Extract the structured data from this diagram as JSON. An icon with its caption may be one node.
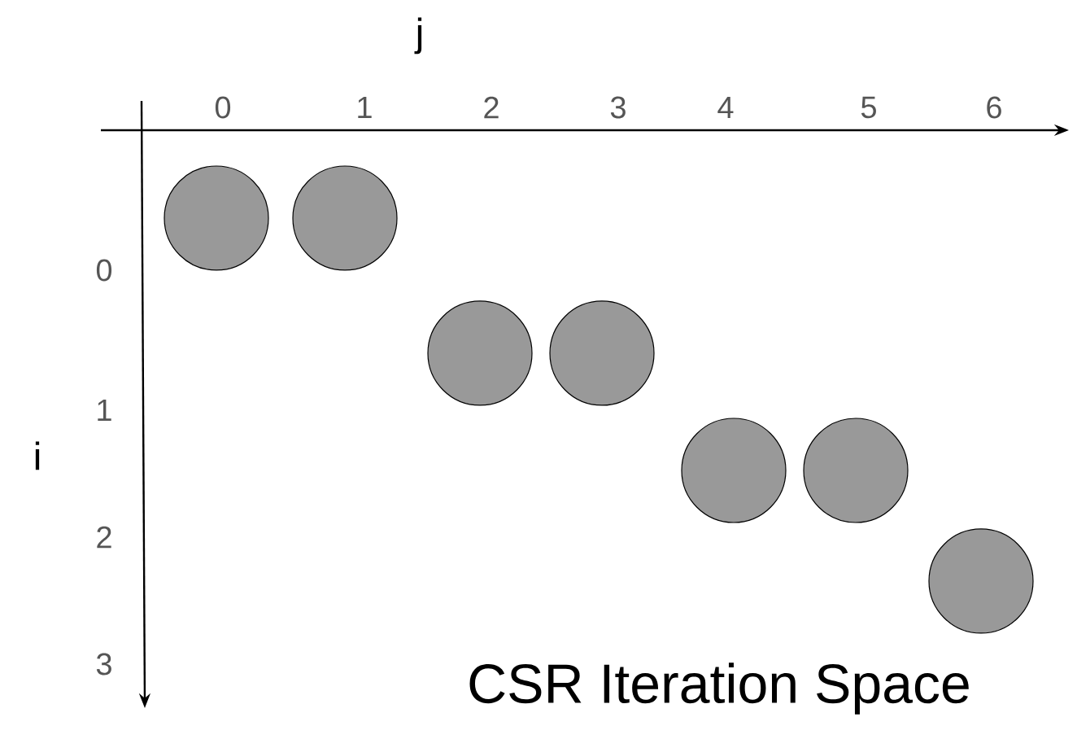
{
  "diagram": {
    "caption": "CSR Iteration Space",
    "nodes": [
      {
        "text": [],
        "shape": "circle"
      },
      {
        "text": [],
        "shape": "circle"
      },
      {
        "text": [],
        "shape": "circle"
      },
      {
        "text": [],
        "shape": "circle"
      },
      {
        "text": [],
        "shape": "circle"
      },
      {
        "text": [],
        "shape": "circle"
      },
      {
        "text": [],
        "shape": "circle"
      }
    ],
    "edges": [],
    "labels": [
      "j",
      "0",
      "1",
      "2",
      "3",
      "4",
      "5",
      "6",
      "0",
      "1",
      "i",
      "2",
      "3"
    ]
  }
}
